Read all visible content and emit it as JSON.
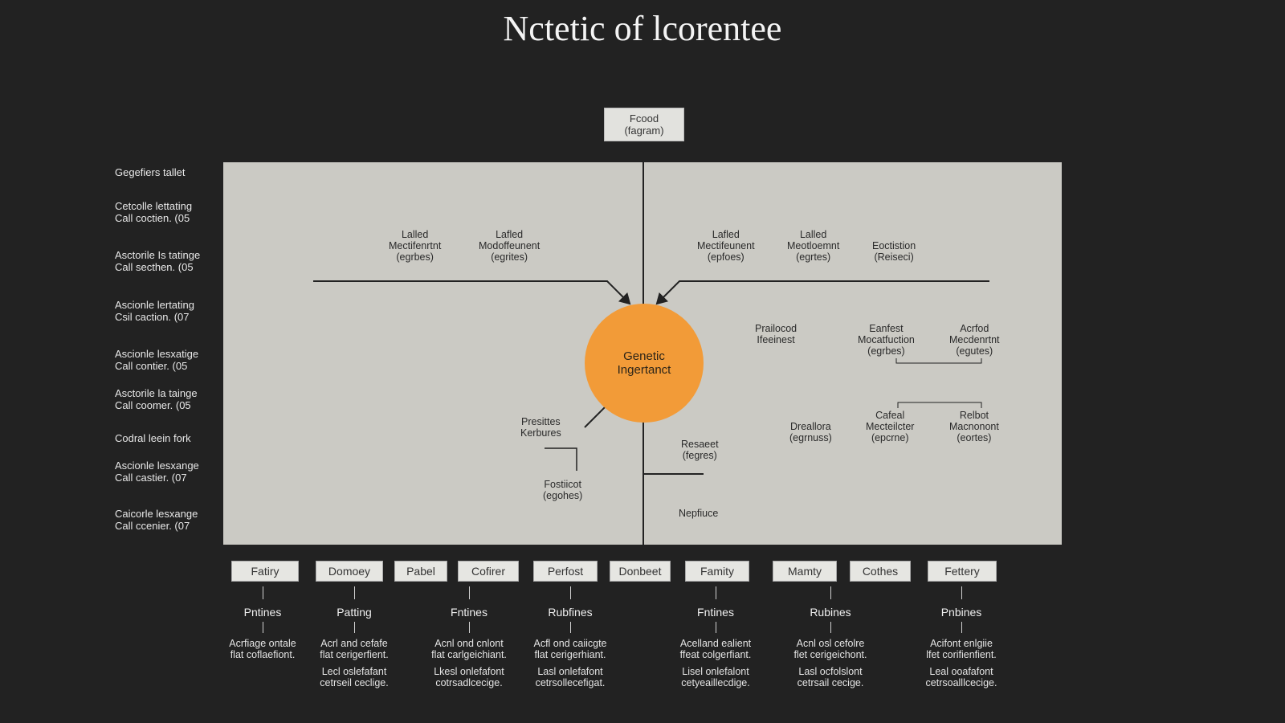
{
  "title": "Nctetic of lcorentee",
  "top_box": [
    "Fcood",
    "(fagram)"
  ],
  "left_labels": [
    [
      "Gegefiers tallet"
    ],
    [
      "Cetcolle lettating",
      "Call coctien. (05"
    ],
    [
      "Asctorile Is tatinge",
      "Call secthen. (05"
    ],
    [
      "Ascionle lertating",
      "Csil caction. (07"
    ],
    [
      "Ascionle lesxatige",
      "Call contier. (05"
    ],
    [
      "Asctorile la tainge",
      "Call coomer. (05"
    ],
    [
      "Codral leein fork"
    ],
    [
      "Ascionle lesxange",
      "Call castier. (07"
    ],
    [
      "Caicorle lesxange",
      "Call ccenier. (07"
    ]
  ],
  "hub": [
    "Genetic",
    "Ingertanct"
  ],
  "nodes": {
    "ul1": [
      "Lalled",
      "Mectifenrtnt",
      "(egrbes)"
    ],
    "ul2": [
      "Lafled",
      "Modoffeunent",
      "(egrites)"
    ],
    "ur1": [
      "Lafled",
      "Mectifeunent",
      "(epfoes)"
    ],
    "ur2": [
      "Lalled",
      "Meotloemnt",
      "(egrtes)"
    ],
    "ur3": [
      "Eoctistion",
      "(Reiseci)"
    ],
    "mr1": [
      "Prailocod",
      "Ifeeinest"
    ],
    "mr2": [
      "Eanfest",
      "Mocatfuction",
      "(egrbes)"
    ],
    "mr3": [
      "Acrfod",
      "Mecdenrtnt",
      "(egutes)"
    ],
    "lr1": [
      "Dreallora",
      "(egrnuss)"
    ],
    "lr2": [
      "Cafeal",
      "Mecteilcter",
      "(epcrne)"
    ],
    "lr3": [
      "Relbot",
      "Macnonont",
      "(eortes)"
    ],
    "ll1": [
      "Presittes",
      "Kerbures"
    ],
    "ll2": [
      "Fostiicot",
      "(egohes)"
    ],
    "cr1": [
      "Resaeet",
      "(fegres)"
    ],
    "cr2": [
      "Nepfiuce"
    ]
  },
  "categories": [
    "Fatiry",
    "Domoey",
    "Pabel",
    "Cofirer",
    "Perfost",
    "Donbeet",
    "Famity",
    "Mamty",
    "Cothes",
    "Fettery"
  ],
  "columns": [
    {
      "head": "Pntines",
      "text1": [
        "Acrfiage ontale",
        "flat coflaefiont."
      ],
      "text2": []
    },
    {
      "head": "Patting",
      "text1": [
        "Acrl and cefafe",
        "flat cerigerfient."
      ],
      "text2": [
        "Lecl oslefafant",
        "cetrseil ceclige."
      ]
    },
    {
      "head": "Fntines",
      "text1": [
        "Acnl ond cnlont",
        "flat carlgeichiant."
      ],
      "text2": [
        "Lkesl onlefafont",
        "cotrsadlcecige."
      ]
    },
    {
      "head": "Rubfines",
      "text1": [
        "Acfl ond caiicgte",
        "flat cerigerhiant."
      ],
      "text2": [
        "Lasl onlefafont",
        "cetrsollecefigat."
      ]
    },
    {
      "head": "Fntines",
      "text1": [
        "Acelland ealient",
        "ffeat colgerfiant."
      ],
      "text2": [
        "Lisel onlefalont",
        "cetyeaillecdige."
      ]
    },
    {
      "head": "Rubines",
      "text1": [
        "Acnl osl cefolre",
        "flet cerigeichont."
      ],
      "text2": [
        "Lasl ocfolslont",
        "cetrsail cecige."
      ]
    },
    {
      "head": "Pnbines",
      "text1": [
        "Acifont enlgiie",
        "lfet corifienfient."
      ],
      "text2": [
        "Leal ooafafont",
        "cetrsoalllcecige."
      ]
    }
  ],
  "colors": {
    "background": "#222222",
    "panel": "#cbcac4",
    "hub": "#f29b38"
  }
}
